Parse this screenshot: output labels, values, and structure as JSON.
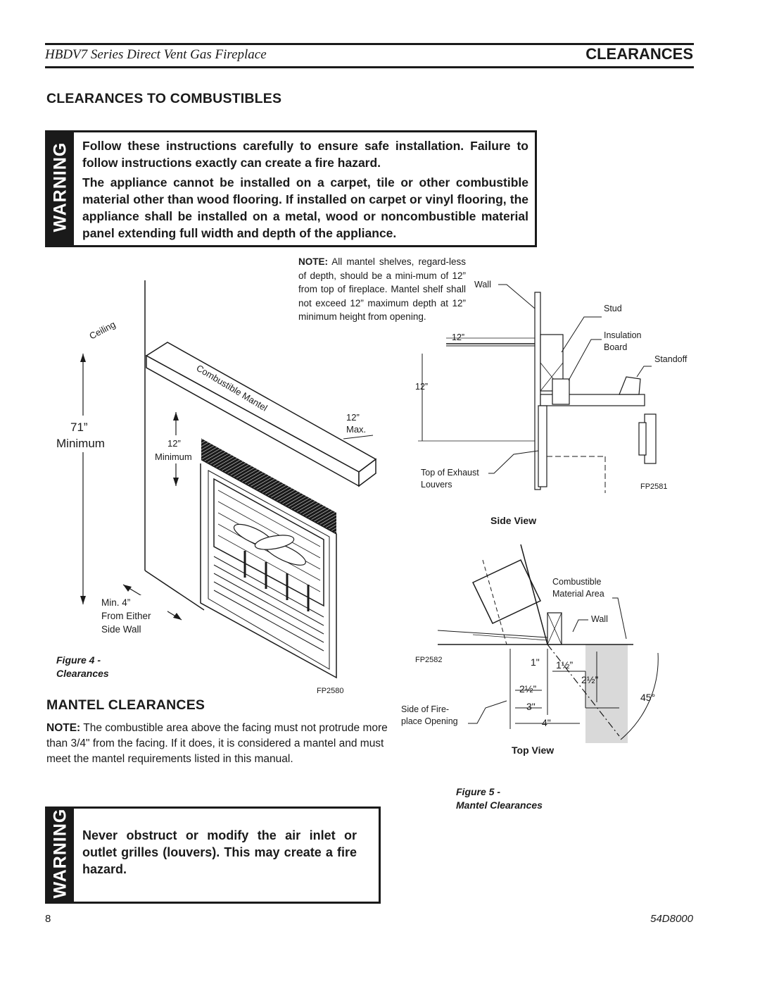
{
  "header": {
    "title": "HBDV7 Series Direct Vent Gas Fireplace",
    "section": "CLEARANCES"
  },
  "section1": {
    "heading": "CLEARANCES TO COMBUSTIBLES",
    "warning_label": "WARNING",
    "warning_p1": "Follow these instructions carefully to ensure safe installation. Failure to follow instructions exactly can create a fire hazard.",
    "warning_p2": "The appliance cannot be installed on a carpet, tile or other combustible material other than wood flooring. If installed on carpet or vinyl flooring, the appliance shall be installed on a metal, wood or noncombustible material panel extending full width and depth of the appliance."
  },
  "figure4": {
    "note_bold": "NOTE:",
    "note_text": " All mantel shelves, regard-less of depth, should be a mini-mum of 12” from top of fireplace. Mantel shelf shall not exceed 12” maximum depth at 12” minimum height from opening.",
    "ceiling": "Ceiling",
    "combustible_mantel": "Combustible Mantel",
    "dim_71": "71”",
    "dim_71_label": "Minimum",
    "dim_12_min": "12”",
    "dim_12_min_label": "Minimum",
    "dim_12_max": "12”",
    "dim_12_max_label": "Max.",
    "min4": "Min. 4”",
    "from_either": "From Either",
    "side_wall": "Side Wall",
    "code": "FP2580",
    "caption_line1": "Figure 4 -",
    "caption_line2": "Clearances"
  },
  "side_view": {
    "wall": "Wall",
    "stud": "Stud",
    "insulation_board_1": "Insulation",
    "insulation_board_2": "Board",
    "standoff": "Standoff",
    "dim_12_top": "12”",
    "dim_12_side": "12”",
    "top_exhaust_1": "Top of Exhaust",
    "top_exhaust_2": "Louvers",
    "code": "FP2581",
    "title": "Side View"
  },
  "top_view": {
    "combustible_1": "Combustible",
    "combustible_2": "Material Area",
    "wall": "Wall",
    "code": "FP2582",
    "dim_1": "1\"",
    "dim_1_5": "1½”",
    "dim_2_5a": "2½”",
    "dim_2_5b": "2½”",
    "dim_3": "3\"",
    "dim_4": "4\"",
    "angle": "45°",
    "side_fire_1": "Side of Fire-",
    "side_fire_2": "place Opening",
    "title": "Top View",
    "caption_line1": "Figure 5 -",
    "caption_line2": "Mantel Clearances"
  },
  "section2": {
    "heading": "MANTEL CLEARANCES",
    "note_bold": "NOTE:",
    "note_text": " The combustible area above the facing must not protrude more than 3/4\" from the facing. If it does, it is considered a mantel and must meet the mantel requirements listed in this manual.",
    "warning_label": "WARNING",
    "warning_text": "Never obstruct or modify the air inlet or outlet grilles (louvers). This may create a fire hazard."
  },
  "footer": {
    "page": "8",
    "doc": "54D8000"
  }
}
